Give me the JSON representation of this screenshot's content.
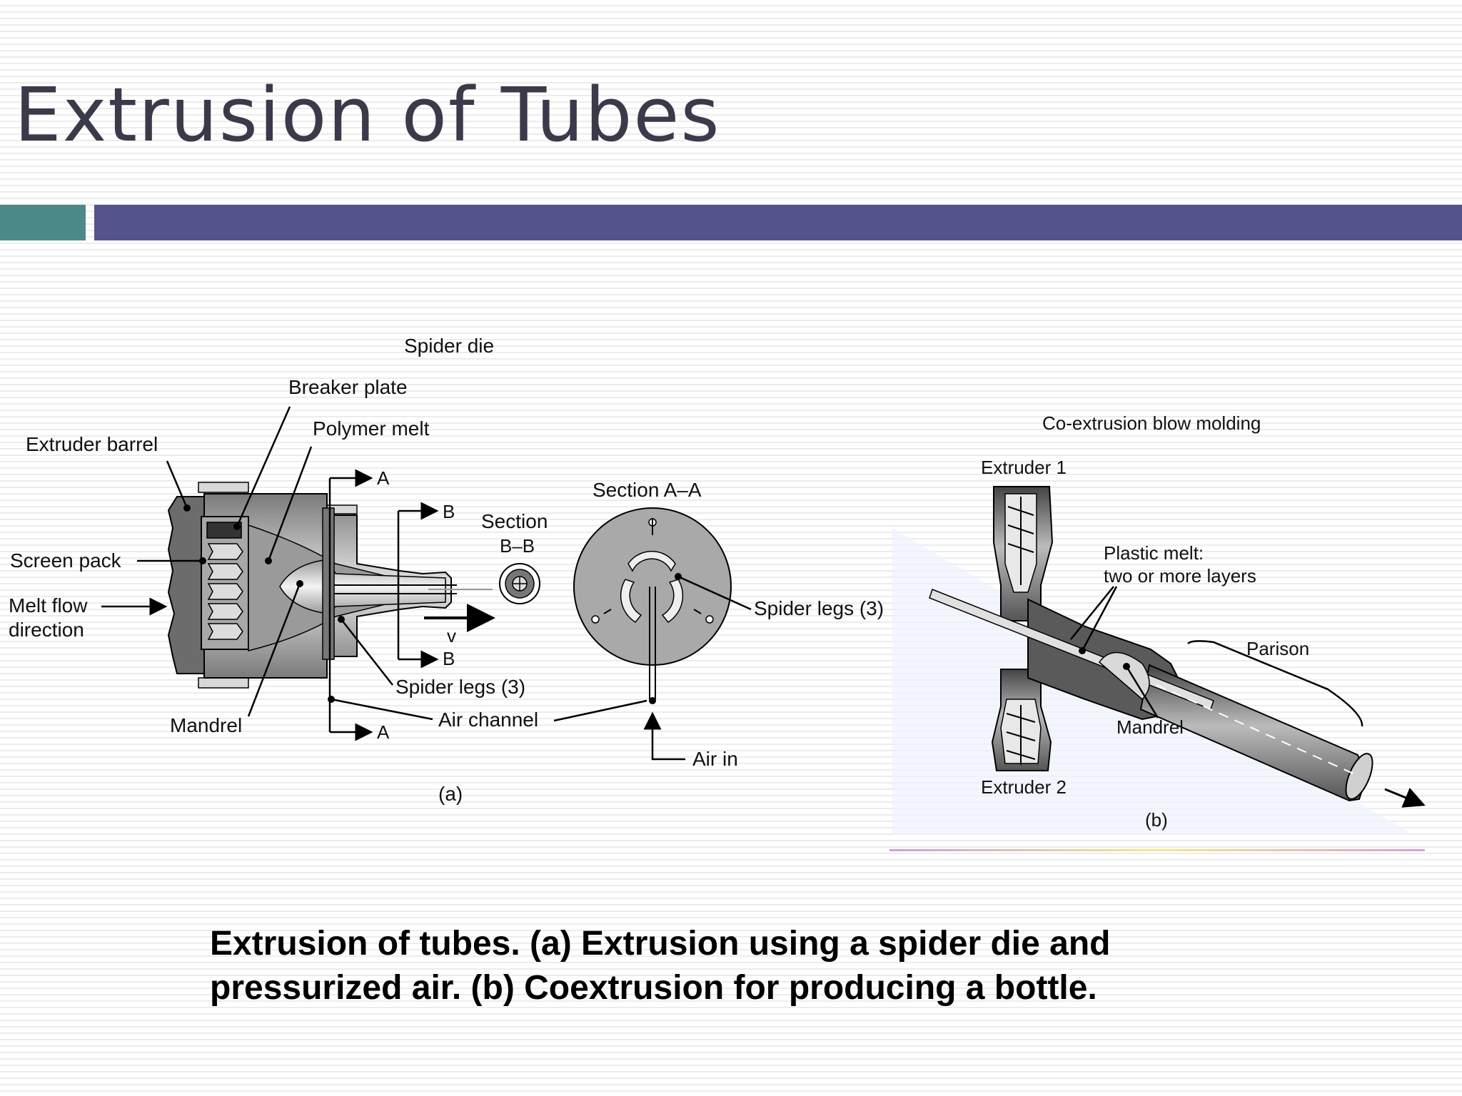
{
  "slide": {
    "title": "Extrusion of Tubes",
    "accent_colors": {
      "teal": "#4b8a88",
      "bar": "#54548a"
    }
  },
  "figure_a": {
    "heading": "Spider die",
    "labels": {
      "breaker_plate": "Breaker plate",
      "polymer_melt": "Polymer melt",
      "extruder_barrel": "Extruder barrel",
      "screen_pack": "Screen pack",
      "melt_flow_line1": "Melt flow",
      "melt_flow_line2": "direction",
      "mandrel": "Mandrel",
      "spider_legs": "Spider legs (3)",
      "air_channel": "Air channel",
      "air_in": "Air in",
      "section_a": "A",
      "section_b": "B",
      "section_bb_line1": "Section",
      "section_bb_line2": "B–B",
      "section_aa": "Section A–A",
      "spider_legs_aa": "Spider legs (3)",
      "velocity": "v"
    },
    "tag": "(a)"
  },
  "figure_b": {
    "heading": "Co-extrusion blow molding",
    "labels": {
      "extruder_1": "Extruder 1",
      "extruder_2": "Extruder 2",
      "plastic_melt_line1": "Plastic melt:",
      "plastic_melt_line2": "two or more layers",
      "parison": "Parison",
      "mandrel": "Mandrel"
    },
    "tag": "(b)"
  },
  "caption": {
    "line1": "Extrusion of tubes.  (a)  Extrusion using a spider die and",
    "line2": "pressurized air.  (b)  Coextrusion for producing a bottle."
  }
}
